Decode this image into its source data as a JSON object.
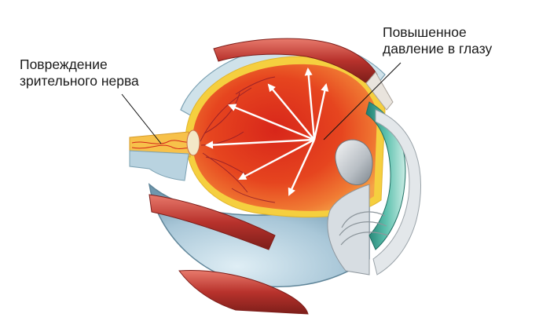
{
  "labels": {
    "optic_nerve_damage": {
      "line1": "Повреждение",
      "line2": "зрительного нерва"
    },
    "increased_pressure": {
      "line1": "Повышенное",
      "line2": "давление в глазу"
    }
  },
  "colors": {
    "vitreous_inner": "#e33a1f",
    "vitreous_outer": "#f28a3c",
    "retina_rim": "#f7d54a",
    "sclera": "#a9c7d8",
    "muscle": "#c9423a",
    "lens": "#c8cdd2",
    "cornea": "#3a9e8e",
    "pointer_lines": "#111111",
    "arrows": "#ffffff"
  }
}
